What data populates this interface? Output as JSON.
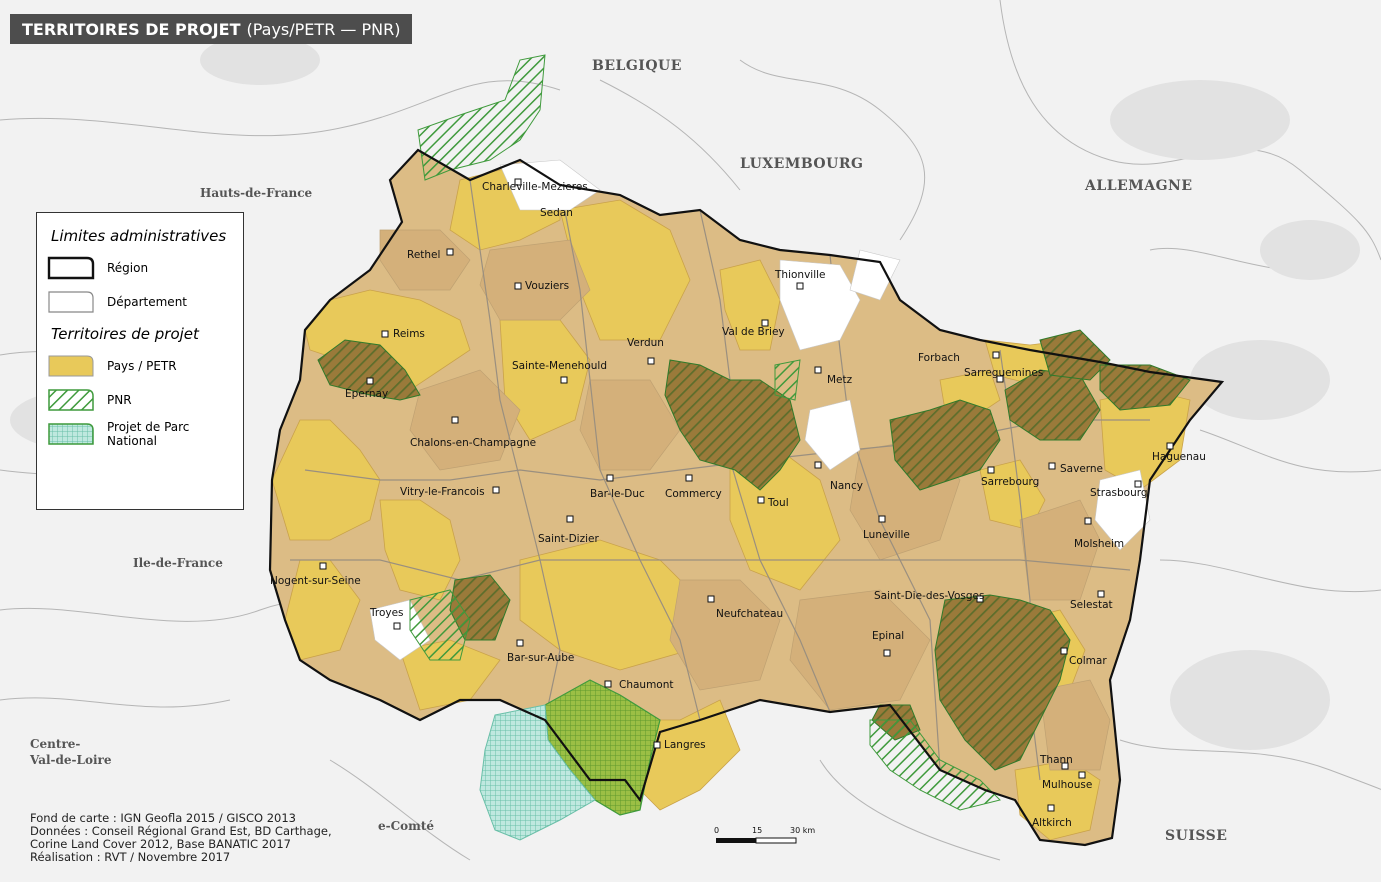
{
  "title": {
    "bold": "TERRITOIRES DE PROJET",
    "rest": "(Pays/PETR — PNR)"
  },
  "legend": {
    "heading1": "Limites administratives",
    "region": "Région",
    "departement": "Département",
    "heading2": "Territoires de projet",
    "pays": "Pays / PETR",
    "pnr": "PNR",
    "parc_line1": "Projet de Parc",
    "parc_line2": "National"
  },
  "countries": {
    "belgique": "BELGIQUE",
    "luxembourg": "LUXEMBOURG",
    "allemagne": "ALLEMAGNE",
    "suisse": "SUISSE"
  },
  "regions": {
    "hauts": "Hauts-de-France",
    "idf": "Ile-de-France",
    "centre1": "Centre-",
    "centre2": "Val-de-Loire",
    "bfc": "e-Comté"
  },
  "cities": {
    "charleville": "Charleville-Mezieres",
    "sedan": "Sedan",
    "rethel": "Rethel",
    "vouziers": "Vouziers",
    "thionville": "Thionville",
    "reims": "Reims",
    "verdun": "Verdun",
    "valdebriey": "Val de Briey",
    "sainte_menehould": "Sainte-Menehould",
    "metz": "Metz",
    "forbach": "Forbach",
    "sarreguemines": "Sarreguemines",
    "epernay": "Epernay",
    "chalons": "Chalons-en-Champagne",
    "haguenau": "Haguenau",
    "saverne": "Saverne",
    "sarrebourg": "Sarrebourg",
    "nancy": "Nancy",
    "strasbourg": "Strasbourg",
    "vitry": "Vitry-le-Francois",
    "barleduc": "Bar-le-Duc",
    "commercy": "Commercy",
    "toul": "Toul",
    "saint_dizier": "Saint-Dizier",
    "luneville": "Luneville",
    "molsheim": "Molsheim",
    "nogent": "Nogent-sur-Seine",
    "troyes": "Troyes",
    "neufchateau": "Neufchateau",
    "saint_die": "Saint-Die-des-Vosges",
    "selestat": "Selestat",
    "epinal": "Epinal",
    "barsuraube": "Bar-sur-Aube",
    "colmar": "Colmar",
    "chaumont": "Chaumont",
    "langres": "Langres",
    "thann": "Thann",
    "mulhouse": "Mulhouse",
    "altkirch": "Altkirch"
  },
  "scale": {
    "t0": "0",
    "t1": "15",
    "t2": "30 km"
  },
  "credits": [
    "Fond de carte : IGN Geofla 2015 / GISCO 2013",
    "Données : Conseil Régional Grand Est, BD Carthage,",
    "Corine Land Cover 2012, Base BANATIC 2017",
    "Réalisation : RVT / Novembre 2017"
  ],
  "colors": {
    "pays": "#e8c95a",
    "territory_tan": "#d9b783",
    "territory_light": "#e4c98f",
    "pnr_hatch": "#3f9a3c",
    "parc_national": "#7fcfc0",
    "background": "#f2f2f2"
  }
}
